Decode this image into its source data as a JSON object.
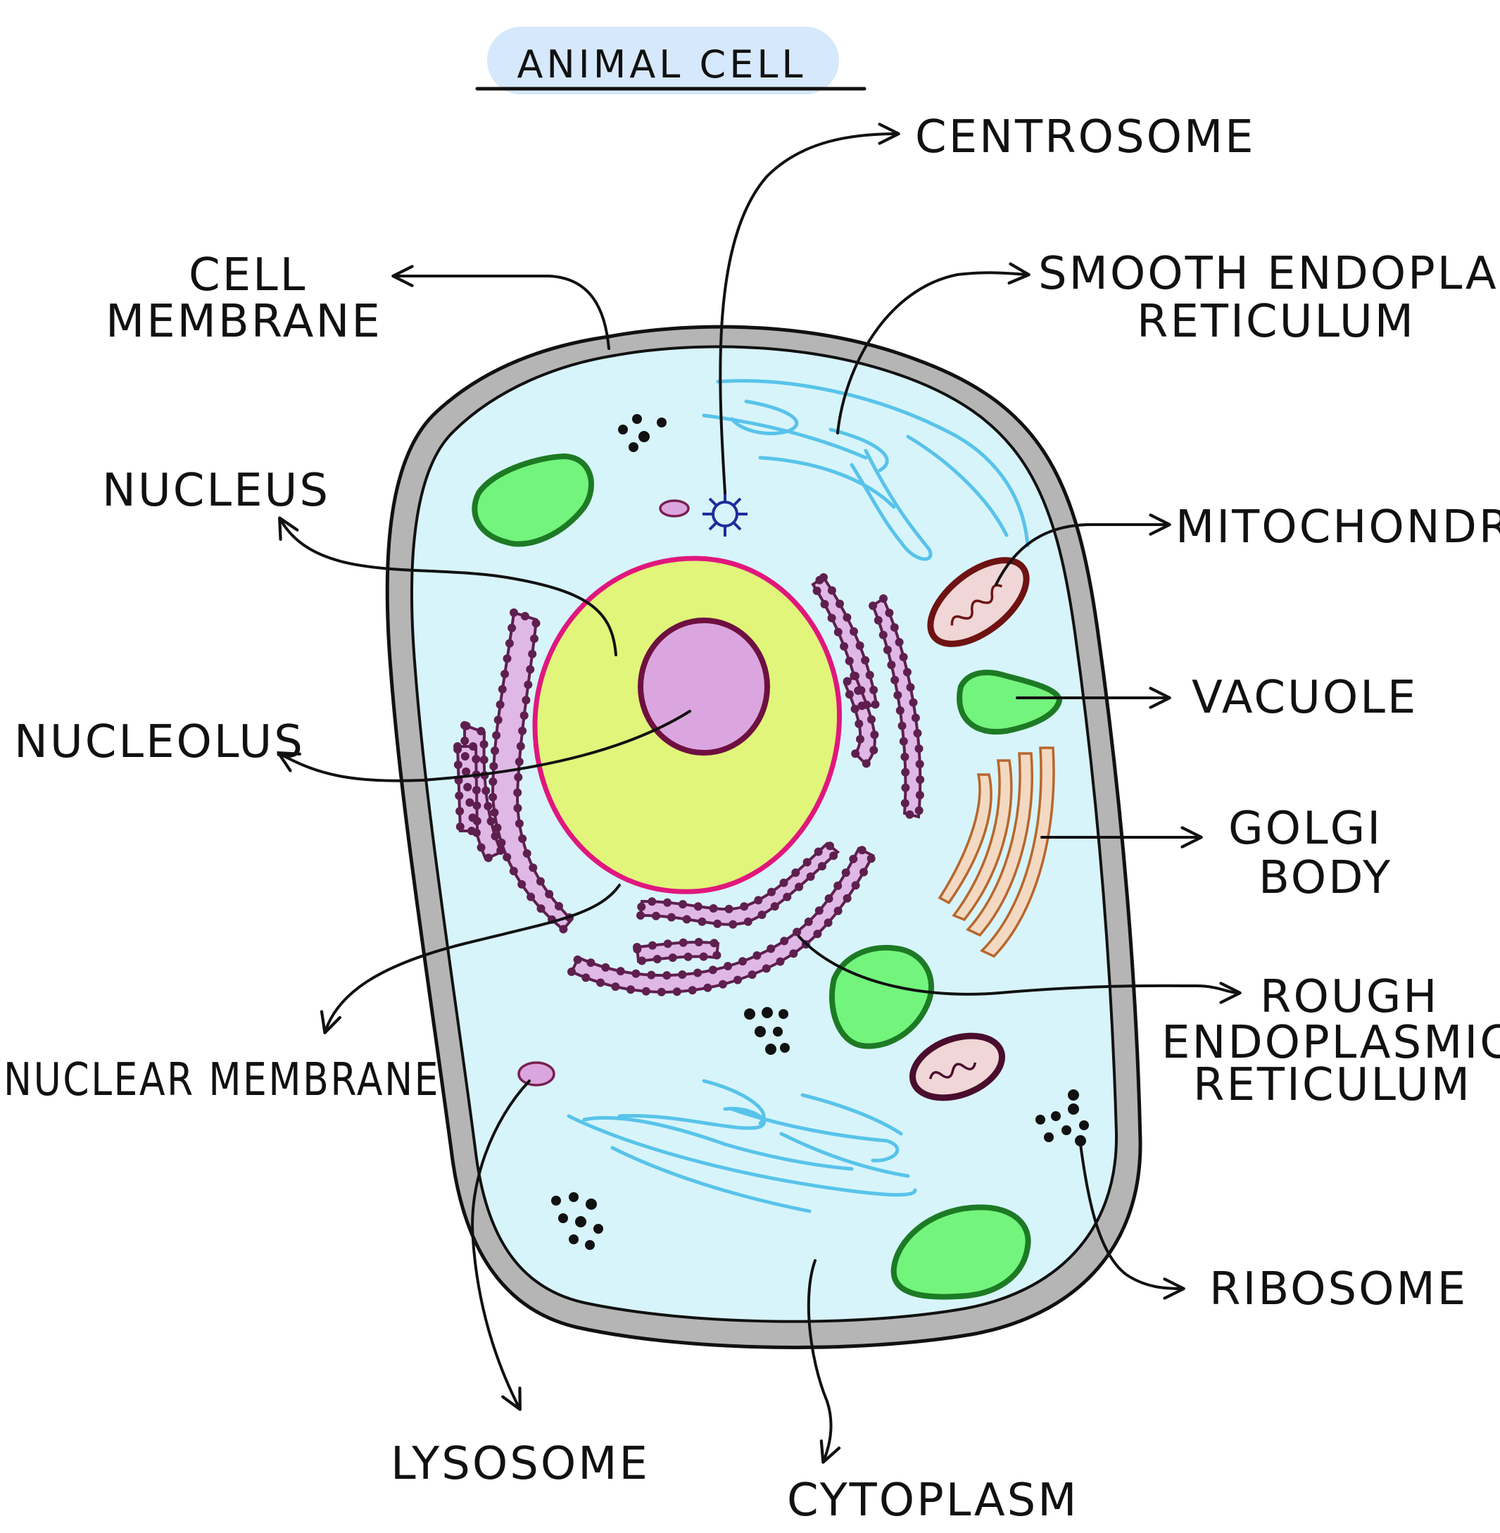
{
  "title": "ANIMAL CELL",
  "labels": {
    "centrosome": "CENTROSOME",
    "smooth_er_line1": "SMOOTH ENDOPLASMIC",
    "smooth_er_line2": "RETICULUM",
    "cell_membrane_line1": "CELL",
    "cell_membrane_line2": "MEMBRANE",
    "nucleus": "NUCLEUS",
    "mitochondria": "MITOCHONDRIA",
    "vacuole": "VACUOLE",
    "nucleolus": "NUCLEOLUS",
    "golgi_line1": "GOLGI",
    "golgi_line2": "BODY",
    "rough_er_line1": "ROUGH",
    "rough_er_line2": "ENDOPLASMIC",
    "rough_er_line3": "RETICULUM",
    "nuclear_membrane": "NUCLEAR MEMBRANE",
    "ribosome": "RIBOSOME",
    "lysosome": "LYSOSOME",
    "cytoplasm": "CYTOPLASM"
  },
  "colors": {
    "cytoplasm": "#d7f4fb",
    "cell_wall": "#b5b5b5",
    "nucleus": "#e0f57a",
    "nuclear_membrane": "#e0177d",
    "nucleolus": "#dba6df",
    "vacuole": "#73f47c",
    "vacuole_outline": "#1d7a24",
    "mitochondria_outline": "#6e1212",
    "golgi": "#f3d9c2",
    "golgi_outline": "#b8662c",
    "smooth_er": "#58c3ea",
    "rough_er": "#dfb8e6",
    "title_highlight": "#d6e8fb"
  }
}
